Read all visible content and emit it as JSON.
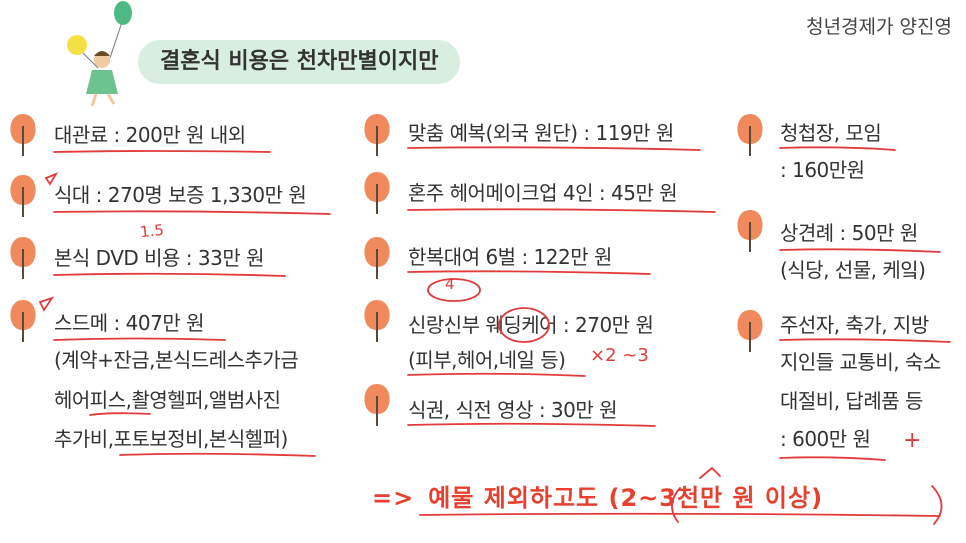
{
  "author": "청년경제가 양진영",
  "title": "결혼식 비용은 천차만별이지만",
  "col1": [
    "대관료 : 200만 원 내외",
    "식대 : 270명 보증 1,330만 원",
    "본식 DVD 비용 : 33만 원",
    "스드메 : 407만 원",
    "(계약+잔금,본식드레스추가금",
    "헤어피스,촬영헬퍼,앨범사진",
    "추가비,포토보정비,본식헬퍼)"
  ],
  "col2": [
    "맞춤 예복(외국 원단) : 119만 원",
    "혼주 헤어메이크업 4인 : 45만 원",
    "한복대여 6벌 : 122만 원",
    "신랑신부 웨딩케어 : 270만 원",
    "(피부,헤어,네일 등)",
    "식권, 식전 영상 : 30만 원"
  ],
  "col3": [
    "청첩장, 모임",
    ": 160만원",
    "상견례 : 50만 원",
    "(식당, 선물, 케잌)",
    "주선자, 축가, 지방",
    "지인들 교통비, 숙소",
    "대절비, 답례품 등",
    ": 600만 원"
  ],
  "annotations": {
    "meal_note": "1.5",
    "hanbok_circle": "4",
    "care_note": "×2 ~3",
    "plus": "+"
  },
  "conclusion": {
    "arrow": "=>",
    "text": "예물 제외하고도 (2~3천만 원 이상)"
  },
  "colors": {
    "accent": "#e8402f",
    "pill": "#d7eee0",
    "tree": "#f08a5d"
  }
}
